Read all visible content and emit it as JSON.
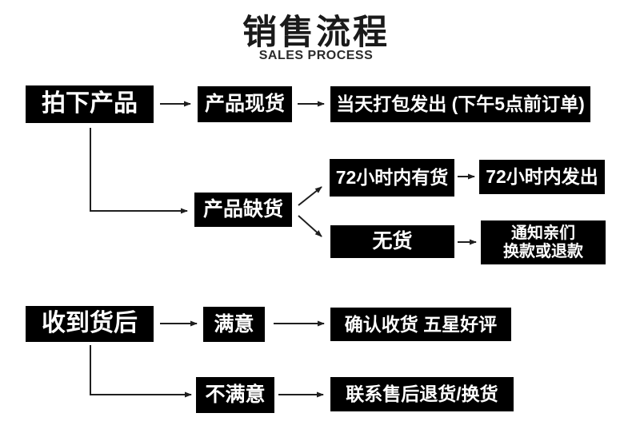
{
  "header": {
    "title": "销售流程",
    "subtitle": "SALES PROCESS"
  },
  "colors": {
    "box_background": "#000000",
    "box_text": "#ffffff",
    "arrow": "#1f1f1f",
    "page_background": "#ffffff"
  },
  "purchase_flow": {
    "start": "拍下产品",
    "in_stock": "产品现货",
    "in_stock_result": "当天打包发出 (下午5点前订单)",
    "out_of_stock": "产品缺货",
    "restock_72h": "72小时内有货",
    "ship_72h": "72小时内发出",
    "no_stock": "无货",
    "notify_line1": "通知亲们",
    "notify_line2": "换款或退款"
  },
  "after_receive_flow": {
    "start": "收到货后",
    "satisfied": "满意",
    "satisfied_result": "确认收货 五星好评",
    "unsatisfied": "不满意",
    "unsatisfied_result": "联系售后退货/换货"
  }
}
